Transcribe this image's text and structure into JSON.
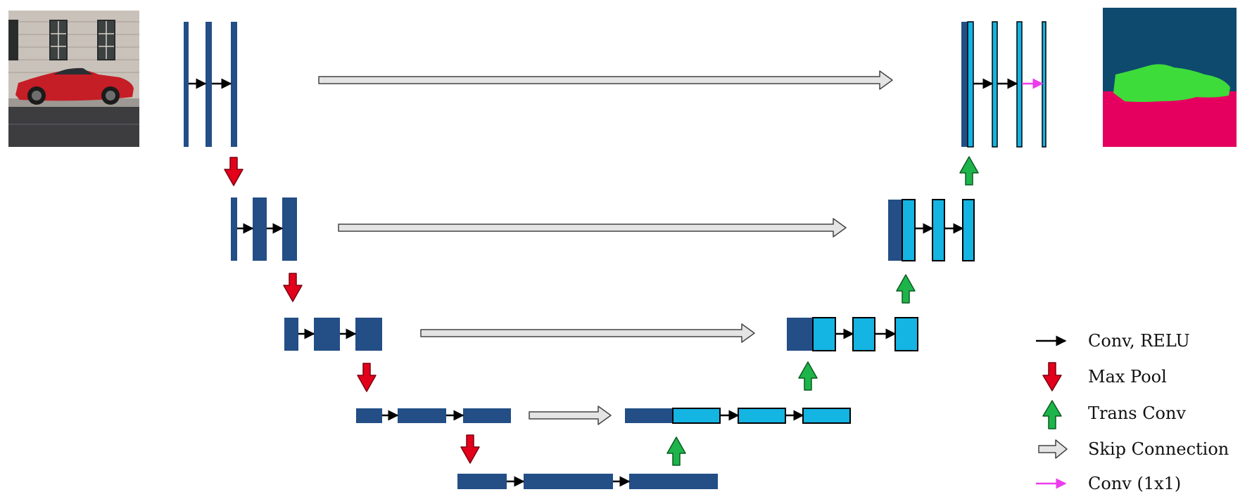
{
  "colors": {
    "encoder": "#234e86",
    "decoder": "#14b4e3",
    "conv_arrow": "#000000",
    "maxpool_arrow": "#e3001b",
    "transconv_arrow": "#1db54a",
    "skip_arrow": "#e4e4e4",
    "conv1x1_arrow": "#ec3cec",
    "seg_background": "#0e4a6e",
    "seg_car": "#3ddc3a",
    "seg_road": "#e5005f"
  },
  "images": {
    "input": "input-photo-red-sports-car",
    "output": "segmentation-mask-output"
  },
  "legend": {
    "conv_relu": "Conv, RELU",
    "max_pool": "Max Pool",
    "trans_conv": "Trans Conv",
    "skip_connection": "Skip Connection",
    "conv_1x1": "Conv (1x1)"
  }
}
